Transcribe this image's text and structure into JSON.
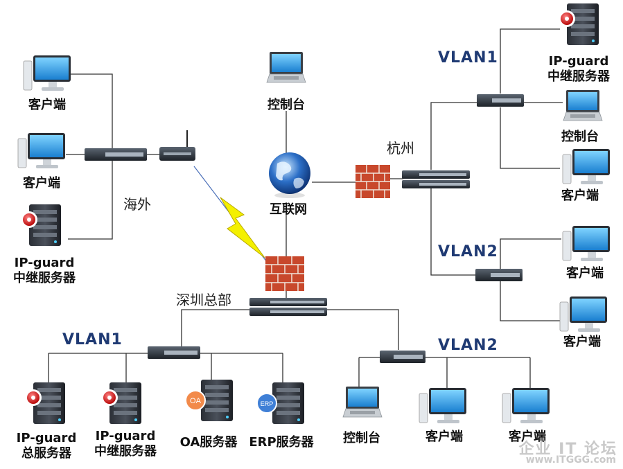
{
  "sites": {
    "overseas": "海外",
    "hangzhou": "杭州",
    "shenzhen_hq": "深圳总部",
    "internet": "互联网"
  },
  "vlans": {
    "hz_vlan1": "VLAN1",
    "hz_vlan2": "VLAN2",
    "sz_vlan1": "VLAN1",
    "sz_vlan2": "VLAN2"
  },
  "nodes": {
    "overseas_client_1": "客户端",
    "overseas_client_2": "客户端",
    "overseas_relay": "IP-guard\n中继服务器",
    "central_console": "控制台",
    "hz_relay": "IP-guard\n中继服务器",
    "hz_console": "控制台",
    "hz_client_1": "客户端",
    "hz_client_2": "客户端",
    "hz_client_3": "客户端",
    "sz_main_server": "IP-guard\n总服务器",
    "sz_relay": "IP-guard\n中继服务器",
    "sz_oa_server": "OA服务器",
    "sz_erp_server": "ERP服务器",
    "sz_console": "控制台",
    "sz_client_1": "客户端",
    "sz_client_2": "客户端"
  },
  "badges": {
    "oa": "OA",
    "erp": "ERP"
  },
  "watermark": {
    "line1": "企业 IT 论坛",
    "line2": "www.ITGGG.com"
  },
  "colors": {
    "vlan_text": "#1f3a73",
    "line": "#333333",
    "lightning": "#f4f000"
  }
}
